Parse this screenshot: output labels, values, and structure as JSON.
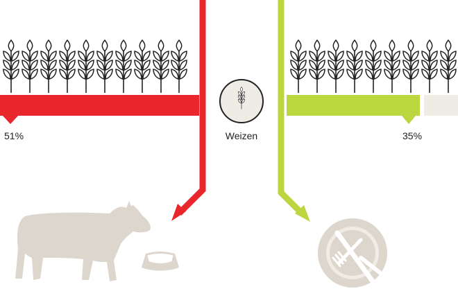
{
  "center": {
    "label": "Weizen",
    "icon": "wheat-icon"
  },
  "left_group": {
    "percent_label": "51%",
    "percent_value": 51,
    "color": "#e8262b",
    "destination": "animal-feed",
    "destination_icons": [
      "cow-icon",
      "feed-tray-icon"
    ]
  },
  "right_group": {
    "percent_label": "35%",
    "percent_value": 35,
    "color": "#bcd63f",
    "remainder_color": "#efece6",
    "destination": "human-food",
    "destination_icons": [
      "plate-cutlery-icon"
    ]
  },
  "colors": {
    "ink": "#222222",
    "silhouette": "#dcd6cc"
  }
}
